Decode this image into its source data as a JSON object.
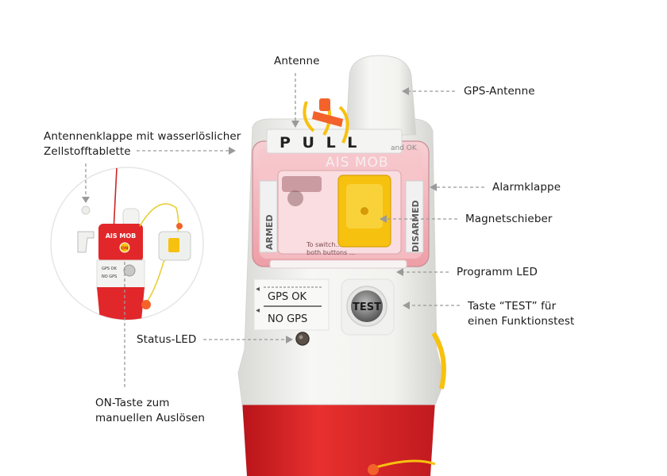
{
  "labels": {
    "antenne": "Antenne",
    "gps_antenne": "GPS-Antenne",
    "antennenklappe": "Antennenklappe mit wasserlöslicher\nZellstofftablette",
    "alarmklappe": "Alarmklappe",
    "magnetschieber": "Magnetschieber",
    "programm_led": "Programm LED",
    "taste_test": "Taste “TEST” für\neinen Funktionstest",
    "status_led": "Status-LED",
    "on_taste": "ON-Taste zum\nmanuellen Auslösen"
  },
  "device": {
    "pull": "P U L L",
    "brand": "AIS MOB",
    "armed": "ARMED",
    "disarmed": "DISARMED",
    "gps_ok": "GPS OK",
    "no_gps": "NO GPS",
    "test": "TEST",
    "switch_text": "To switch...",
    "switch_text2": "both buttons ...",
    "and_ok": "and OK",
    "inset_on": "ON",
    "inset_brand": "AIS MOB",
    "inset_gps_ok": "GPS OK",
    "inset_no_gps": "NO GPS"
  },
  "colors": {
    "body_white": "#f4f4f2",
    "red": "#e1272a",
    "pink_window": "#f3b9bf",
    "yellow": "#f7c10f",
    "orange": "#f2622a",
    "leader": "#9a9a9a"
  }
}
